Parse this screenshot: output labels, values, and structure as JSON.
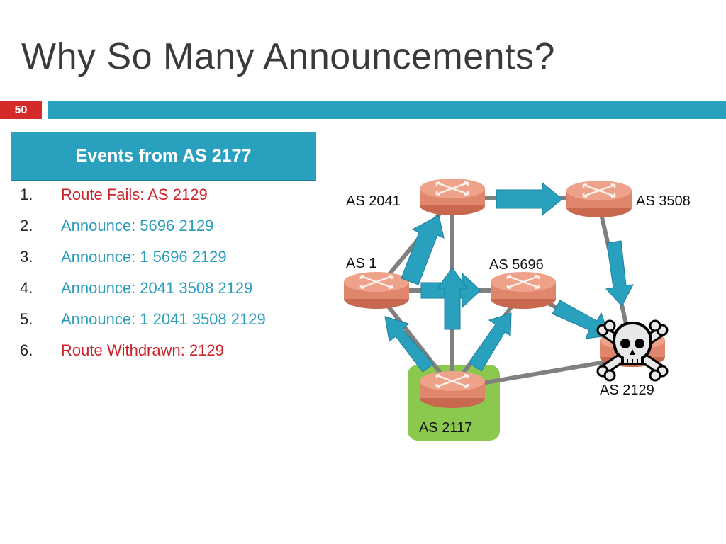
{
  "slide": {
    "title": "Why So Many Announcements?",
    "number": "50"
  },
  "events": {
    "header": "Events from AS 2177",
    "items": [
      {
        "num": "1.",
        "text": "Route Fails: AS 2129",
        "color": "#cc2229"
      },
      {
        "num": "2.",
        "text": "Announce: 5696 2129",
        "color": "#2a9cbc"
      },
      {
        "num": "3.",
        "text": "Announce: 1 5696 2129",
        "color": "#2a9cbc"
      },
      {
        "num": "4.",
        "text": "Announce: 2041 3508 2129",
        "color": "#2a9cbc"
      },
      {
        "num": "5.",
        "text": "Announce: 1 2041 3508 2129",
        "color": "#2a9cbc"
      },
      {
        "num": "6.",
        "text": "Route Withdrawn: 2129",
        "color": "#cc2229"
      }
    ]
  },
  "diagram": {
    "nodes": {
      "as2041": "AS 2041",
      "as3508": "AS 3508",
      "as1": "AS 1",
      "as5696": "AS 5696",
      "as2129": "AS 2129",
      "as2117": "AS 2117"
    },
    "icons": [
      "router-icon",
      "skull-crossbones-icon"
    ],
    "colors": {
      "arrow": "#2aa0bf",
      "router": "#e8927a",
      "highlight": "#8bc94e",
      "link": "#808080"
    }
  }
}
